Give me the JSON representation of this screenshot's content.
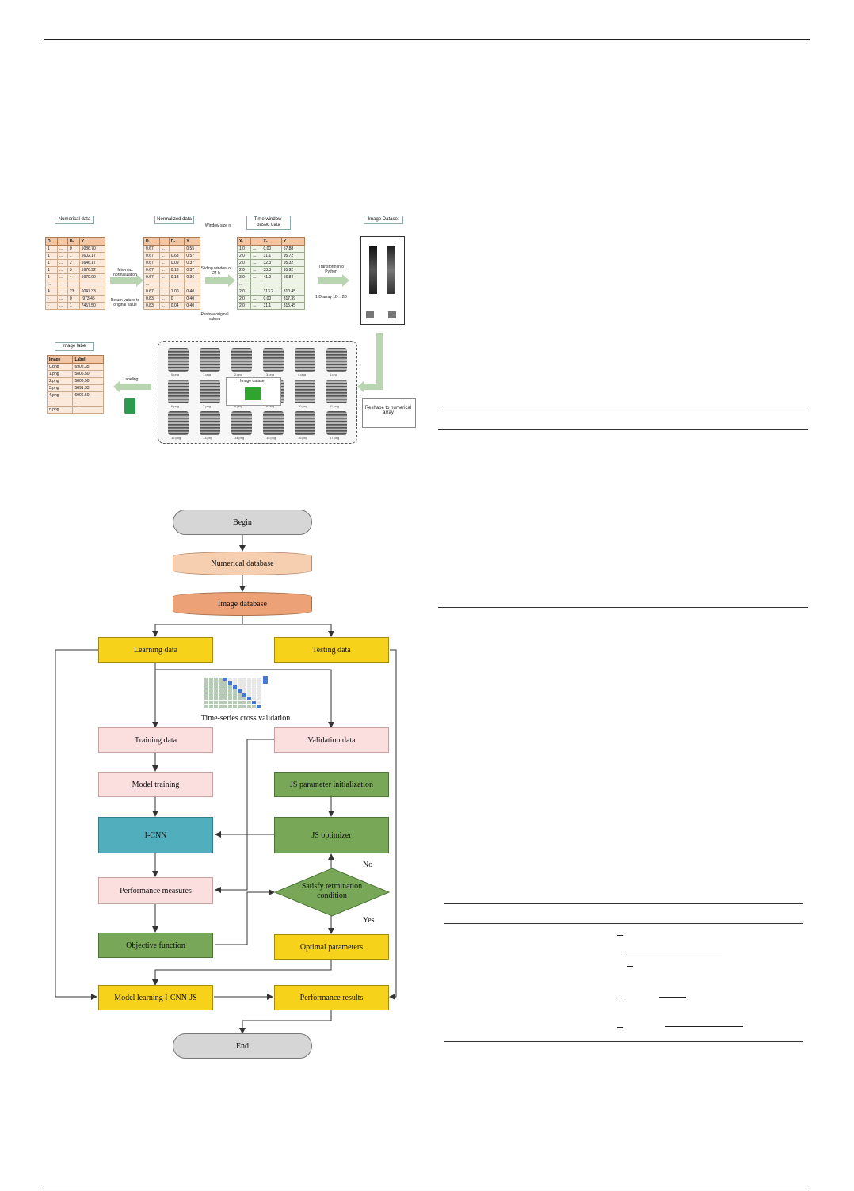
{
  "fig1": {
    "titles": {
      "numerical": "Numerical data",
      "normalized": "Normalized data",
      "timewindow": "Time window-based data",
      "imageds": "Image Dataset",
      "imagelabel": "Image label"
    },
    "numerical_table": {
      "headers": [
        "D₁",
        "...",
        "Dₙ",
        "Y"
      ],
      "rows": [
        [
          "1",
          "...",
          "0",
          "5086.70"
        ],
        [
          "1",
          "...",
          "1",
          "5602.17"
        ],
        [
          "1",
          "...",
          "2",
          "5646.17"
        ],
        [
          "1",
          "...",
          "3",
          "5976.92"
        ],
        [
          "1",
          "...",
          "4",
          "5970.00"
        ],
        [
          "...",
          "",
          "",
          ""
        ],
        [
          "4",
          "...",
          "23",
          "6047.33"
        ],
        [
          "-",
          "...",
          "0",
          "-973.45"
        ],
        [
          "-",
          "...",
          "1",
          "7457.50"
        ]
      ]
    },
    "normalized_table": {
      "headers": [
        "D",
        "...",
        "Dₙ",
        "Y"
      ],
      "rows": [
        [
          "0.67",
          "...",
          "",
          "0.55"
        ],
        [
          "0.67",
          "...",
          "0.63",
          "0.57"
        ],
        [
          "0.67",
          "...",
          "0.09",
          "0.37"
        ],
        [
          "0.67",
          "...",
          "0.13",
          "0.37"
        ],
        [
          "0.67",
          "...",
          "0.13",
          "0.36"
        ],
        [
          "...",
          "",
          "",
          ""
        ],
        [
          "0.67",
          "...",
          "1.00",
          "0.40"
        ],
        [
          "0.83",
          "...",
          "0",
          "0.40"
        ],
        [
          "0.83",
          "...",
          "0.04",
          "0.40"
        ]
      ]
    },
    "window_table": {
      "headers": [
        "X₁",
        "...",
        "Xₙ",
        "Y"
      ],
      "rows": [
        [
          "1.0",
          "...",
          "0.00",
          "57.88"
        ],
        [
          "2.0",
          "...",
          "31.1",
          "95.72"
        ],
        [
          "2.0",
          "...",
          "32.3",
          "95.32"
        ],
        [
          "2.0",
          "...",
          "33.3",
          "95.92"
        ],
        [
          "3.0",
          "...",
          "41.0",
          "56.84"
        ],
        [
          "...",
          "",
          "",
          ""
        ],
        [
          "2.0",
          "...",
          "313.2",
          "310.45"
        ],
        [
          "2.0",
          "...",
          "0.00",
          "317.39"
        ],
        [
          "2.0",
          "...",
          "31.1",
          "315.45"
        ]
      ]
    },
    "notes": {
      "minmax": "Min-max normalization",
      "return": "Return values to original value",
      "windowsize": "Window size n",
      "sliding": "Sliding window of 24 h",
      "transform": "Transform into Python",
      "numpy": "1-D array 1D→2D",
      "labeling": "Labeling",
      "newdata": "Restore original values",
      "reshape": "Reshape to numerical array",
      "imgdataset": "Image dataset"
    },
    "label_table": {
      "headers": [
        "Image",
        "Label"
      ],
      "rows": [
        [
          "0.png",
          "6902.35"
        ],
        [
          "1.png",
          "5806.50"
        ],
        [
          "2.png",
          "5806.50"
        ],
        [
          "3.png",
          "5891.33"
        ],
        [
          "4.png",
          "6906.50"
        ],
        [
          "...",
          "..."
        ],
        [
          "n.png",
          "..."
        ]
      ]
    },
    "grid_captions": [
      "0.png",
      "1.png",
      "2.png",
      "3.png",
      "4.png",
      "5.png",
      "6.png",
      "7.png",
      "8.png",
      "9.png",
      "10.png",
      "11.png",
      "12.png",
      "13.png",
      "14.png",
      "15.png",
      "16.png",
      "17.png"
    ]
  },
  "flow": {
    "begin": "Begin",
    "numdb": "Numerical database",
    "imgdb": "Image database",
    "learning": "Learning data",
    "testing": "Testing data",
    "tscv": "Time-series cross validation",
    "training": "Training data",
    "validation": "Validation data",
    "modeltraining": "Model training",
    "jsinit": "JS parameter initialization",
    "icnn": "I-CNN",
    "jsopt": "JS optimizer",
    "perfmeasures": "Performance measures",
    "satisfy": "Satisfy termination condition",
    "objfunc": "Objective function",
    "optparams": "Optimal parameters",
    "modellearning": "Model learning I-CNN-JS",
    "perfresults": "Performance results",
    "end": "End",
    "no": "No",
    "yes": "Yes"
  },
  "colors": {
    "yellow": "#f6d31a",
    "pink": "#fbdede",
    "green": "#78a857",
    "teal": "#51aebd",
    "terminal": "#d6d6d6"
  }
}
